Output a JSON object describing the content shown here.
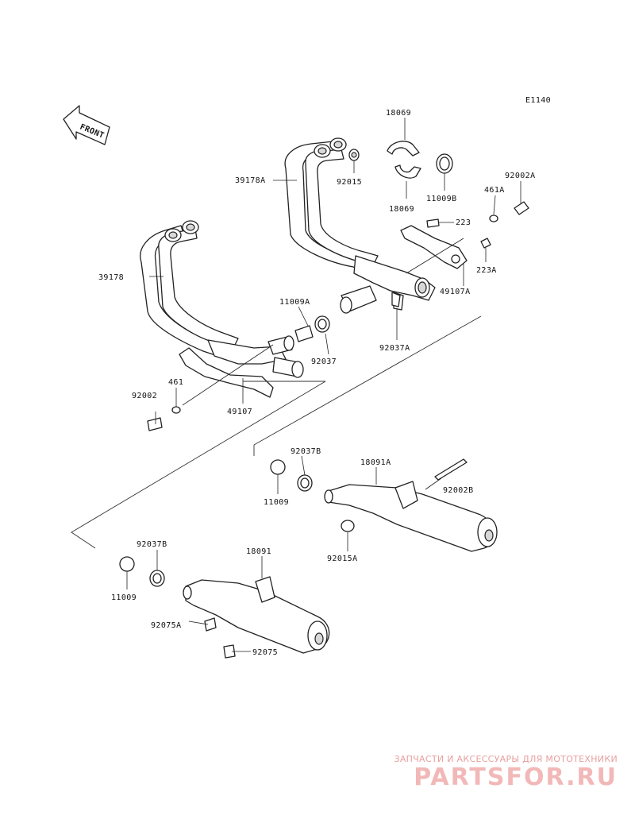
{
  "diagram_code": "E1140",
  "front_arrow": "FRONT",
  "labels": {
    "p18069_top": "18069",
    "p18069_bottom": "18069",
    "p39178A": "39178A",
    "p92015": "92015",
    "p11009B": "11009B",
    "p461A": "461A",
    "p92002A": "92002A",
    "p223": "223",
    "p223A": "223A",
    "p39178": "39178",
    "p49107A": "49107A",
    "p11009A": "11009A",
    "p92037A": "92037A",
    "p92037": "92037",
    "p461": "461",
    "p92002": "92002",
    "p49107": "49107",
    "p92037B_right": "92037B",
    "p18091A": "18091A",
    "p11009_right": "11009",
    "p92002B": "92002B",
    "p92015A": "92015A",
    "p92037B_left": "92037B",
    "p18091": "18091",
    "p11009_left": "11009",
    "p92075A": "92075A",
    "p92075": "92075"
  },
  "watermark": {
    "caption": "ЗАПЧАСТИ И АКСЕССУАРЫ ДЛЯ МОТОТЕХНИКИ",
    "logo": "PARTSFOR.RU"
  }
}
